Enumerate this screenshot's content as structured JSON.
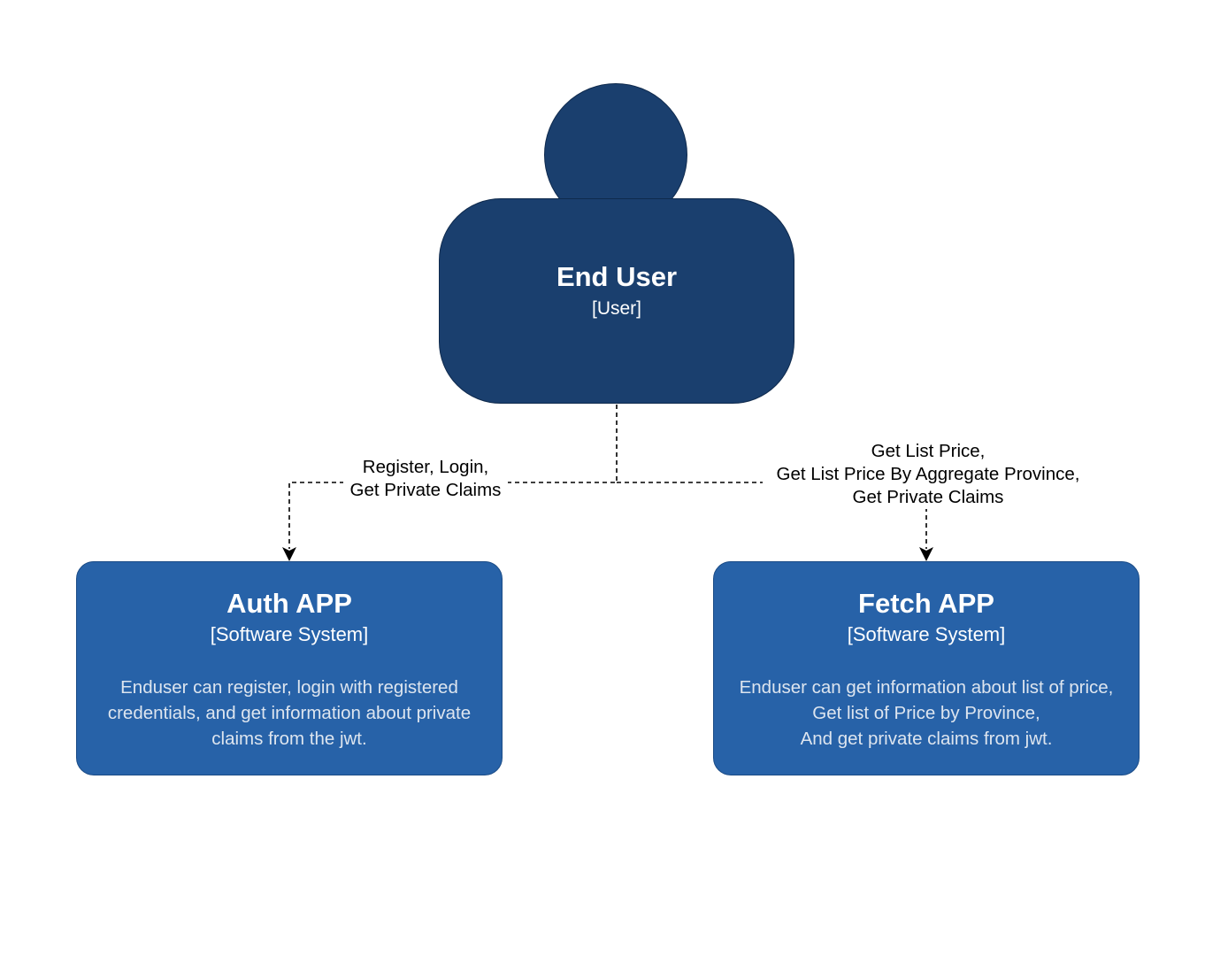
{
  "person": {
    "name": "End User",
    "type": "[User]"
  },
  "systems": [
    {
      "name": "Auth APP",
      "type": "[Software System]",
      "description_lines": [
        "Enduser can register, login with registered",
        "credentials, and get information about private",
        "claims from the jwt."
      ]
    },
    {
      "name": "Fetch APP",
      "type": "[Software System]",
      "description_lines": [
        "Enduser can get information about list of price,",
        "Get list of Price by Province,",
        "And get private claims from jwt."
      ]
    }
  ],
  "relationships": [
    {
      "label_lines": [
        "Register, Login,",
        "Get Private Claims"
      ]
    },
    {
      "label_lines": [
        "Get List Price,",
        "Get List Price By Aggregate Province,",
        "Get Private Claims"
      ]
    }
  ],
  "colors": {
    "person_fill": "#1a3f6e",
    "system_fill": "#2762a8",
    "edge_stroke": "#000000"
  }
}
